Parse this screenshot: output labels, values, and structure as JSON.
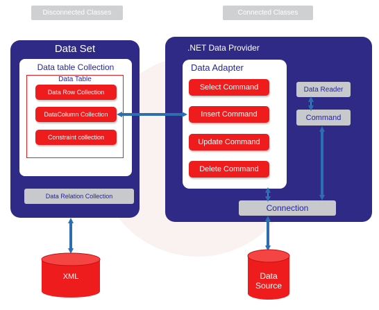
{
  "tags": {
    "disconnected": "Disconnected Classes",
    "connected": "Connected Classes"
  },
  "dataset": {
    "title": "Data Set",
    "collection_title": "Data table Collection",
    "table_title": "Data Table",
    "items": [
      "Data Row Collection",
      "DataColumn Collection",
      "Constraint collection"
    ],
    "relation": "Data Relation Collection"
  },
  "provider": {
    "title": ".NET Data Provider",
    "adapter_title": "Data Adapter",
    "commands": [
      "Select Command",
      "Insert Command",
      "Update Command",
      "Delete Command"
    ],
    "data_reader": "Data Reader",
    "command": "Command",
    "connection": "Connection"
  },
  "storage": {
    "xml": "XML",
    "source_line1": "Data",
    "source_line2": "Source"
  },
  "colors": {
    "panel": "#2e2a86",
    "red": "#ee1c1c",
    "arrow": "#2c6fb0",
    "grey": "#c8c9cc"
  }
}
